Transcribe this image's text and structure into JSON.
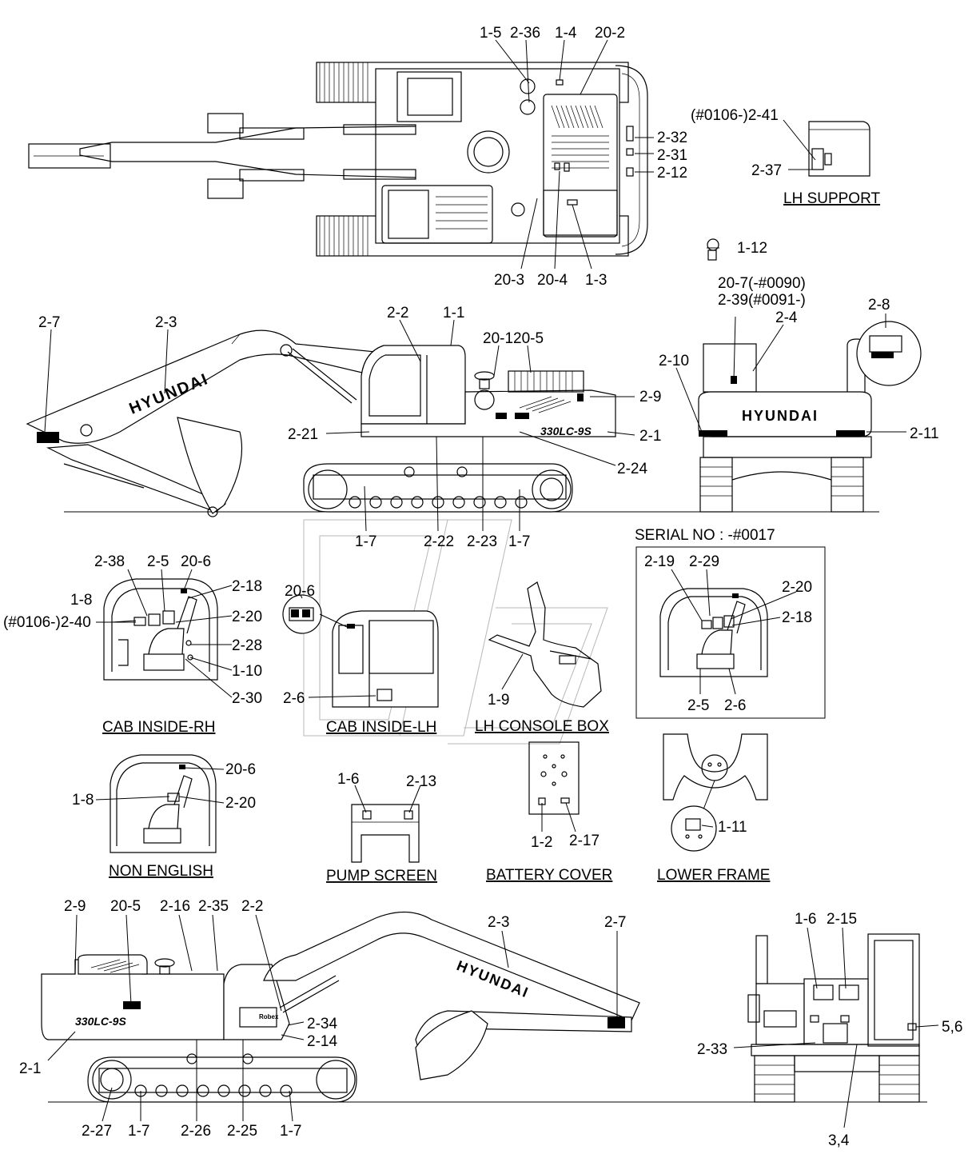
{
  "title": "",
  "captions": {
    "lh_support": "LH SUPPORT",
    "cab_inside_rh": "CAB INSIDE-RH",
    "cab_inside_lh": "CAB INSIDE-LH",
    "lh_console_box": "LH CONSOLE BOX",
    "non_english": "NON ENGLISH",
    "pump_screen": "PUMP SCREEN",
    "battery_cover": "BATTERY COVER",
    "lower_frame": "LOWER FRAME",
    "serial_no": "SERIAL NO : -#0017"
  },
  "brand": {
    "boom_text": "HYUNDAI",
    "rear_text": "HYUNDAI",
    "model_text": "330LC-9S",
    "cab_badge": "Robex"
  },
  "labels": {
    "top_1_5": "1-5",
    "top_2_36": "2-36",
    "top_1_4": "1-4",
    "top_20_2": "20-2",
    "top_2_41": "(#0106-)2-41",
    "top_2_32": "2-32",
    "top_2_31": "2-31",
    "top_2_12": "2-12",
    "top_2_37": "2-37",
    "top_20_3": "20-3",
    "top_20_4": "20-4",
    "top_1_3": "1-3",
    "top_1_12": "1-12",
    "side_2_7": "2-7",
    "side_2_3": "2-3",
    "side_2_2": "2-2",
    "side_1_1": "1-1",
    "side_20_1": "20-1",
    "side_20_5": "20-5",
    "side_2_9": "2-9",
    "side_2_21": "2-21",
    "side_2_1": "2-1",
    "side_2_24": "2-24",
    "side_1_7a": "1-7",
    "side_2_22": "2-22",
    "side_2_23": "2-23",
    "side_1_7b": "1-7",
    "rear_20_7": "20-7(-#0090)",
    "rear_2_39": "2-39(#0091-)",
    "rear_2_4": "2-4",
    "rear_2_8": "2-8",
    "rear_2_10": "2-10",
    "rear_2_11": "2-11",
    "rh_2_38": "2-38",
    "rh_2_5": "2-5",
    "rh_20_6": "20-6",
    "rh_2_18": "2-18",
    "rh_1_8": "1-8",
    "rh_2_40": "(#0106-)2-40",
    "rh_2_20": "2-20",
    "rh_2_28": "2-28",
    "rh_1_10": "1-10",
    "rh_2_30": "2-30",
    "lh_20_6": "20-6",
    "lh_2_6": "2-6",
    "con_1_9": "1-9",
    "ser_2_19": "2-19",
    "ser_2_29": "2-29",
    "ser_2_20": "2-20",
    "ser_2_18": "2-18",
    "ser_2_5": "2-5",
    "ser_2_6": "2-6",
    "ne_20_6": "20-6",
    "ne_1_8": "1-8",
    "ne_2_20": "2-20",
    "ps_1_6": "1-6",
    "ps_2_13": "2-13",
    "bc_1_2": "1-2",
    "bc_2_17": "2-17",
    "lf_1_11": "1-11",
    "bot_2_9": "2-9",
    "bot_20_5": "20-5",
    "bot_2_16": "2-16",
    "bot_2_35": "2-35",
    "bot_2_2": "2-2",
    "bot_2_3": "2-3",
    "bot_2_7": "2-7",
    "bot_2_34": "2-34",
    "bot_2_14": "2-14",
    "bot_2_1": "2-1",
    "bot_2_27": "2-27",
    "bot_1_7a": "1-7",
    "bot_2_26": "2-26",
    "bot_2_25": "2-25",
    "bot_1_7b": "1-7",
    "fr_1_6": "1-6",
    "fr_2_15": "2-15",
    "fr_5_6": "5,6",
    "fr_2_33": "2-33",
    "fr_3_4": "3,4"
  }
}
